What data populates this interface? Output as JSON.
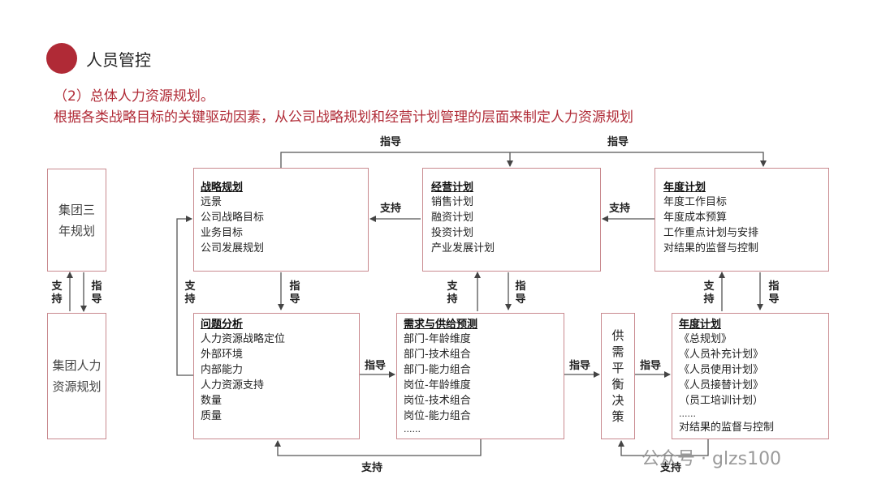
{
  "header": {
    "title": "人员管控",
    "sub1": "（2）总体人力资源规划。",
    "sub2": "根据各类战略目标的关键驱动因素，从公司战略规划和经营计划管理的层面来制定人力资源规划"
  },
  "left": {
    "box1": "集团三年规划",
    "box2": "集团人力资源规划",
    "support": "支持",
    "guide": "指导"
  },
  "boxes": {
    "strategy": {
      "head": "战略规划",
      "lines": [
        "远景",
        "公司战略目标",
        "业务目标",
        "公司发展规划"
      ]
    },
    "operation": {
      "head": "经营计划",
      "lines": [
        "销售计划",
        "融资计划",
        "投资计划",
        "产业发展计划"
      ]
    },
    "annual": {
      "head": "年度计划",
      "lines": [
        "年度工作目标",
        "年度成本预算",
        "工作重点计划与安排",
        "对结果的监督与控制"
      ]
    },
    "problem": {
      "head": "问题分析",
      "lines": [
        "人力资源战略定位",
        "外部环境",
        "内部能力",
        "人力资源支持",
        "数量",
        "质量"
      ]
    },
    "demand": {
      "head": "需求与供给预测",
      "lines": [
        "部门-年龄维度",
        "部门-技术组合",
        "部门-能力组合",
        "岗位-年龄维度",
        "岗位-技术组合",
        "岗位-能力组合",
        "......"
      ]
    },
    "balance": {
      "text": "供需平衡决策"
    },
    "annual2": {
      "head": "年度计划",
      "lines": [
        "《总规划》",
        "《人员补充计划》",
        "《人员使用计划》",
        "《人员接替计划》",
        "（员工培训计划）",
        "......",
        "对结果的监督与控制"
      ]
    }
  },
  "labels": {
    "guide": "指导",
    "support": "支持"
  },
  "watermark": "公众号 · glzs100"
}
